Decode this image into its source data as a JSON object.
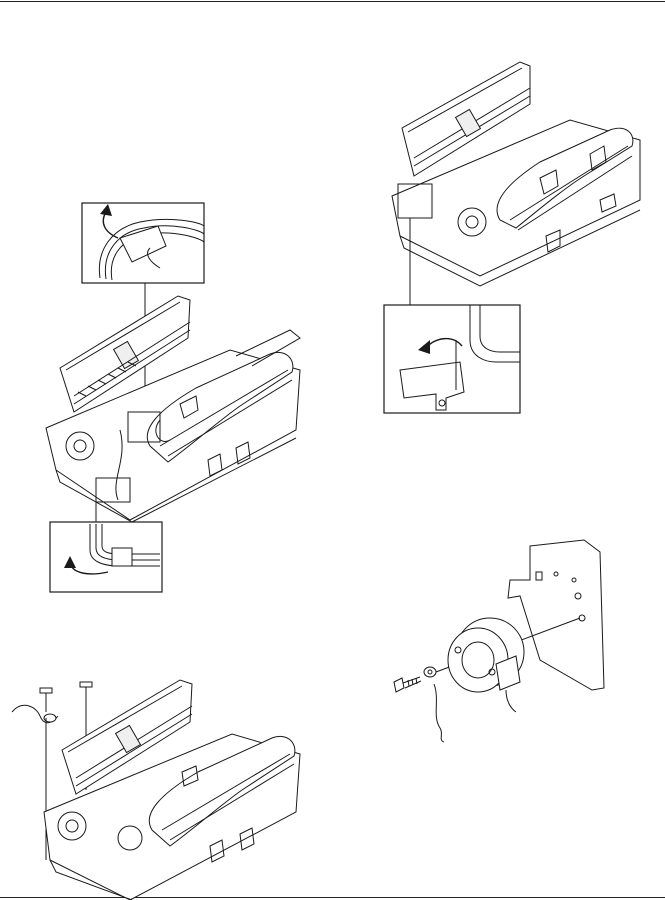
{
  "page": {
    "figures": [
      {
        "id": "fig-1",
        "kind": "exploded-view",
        "callouts": [
          "cable-release-detail-upper",
          "cable-release-detail-lower"
        ]
      },
      {
        "id": "fig-2",
        "kind": "exploded-view",
        "callouts": [
          "bracket-hook-detail"
        ]
      },
      {
        "id": "fig-3",
        "kind": "exploded-view",
        "parts": [
          "screw",
          "screw",
          "ground-wire"
        ]
      },
      {
        "id": "fig-4",
        "kind": "exploded-view",
        "parts": [
          "motor",
          "bracket",
          "screw",
          "washer"
        ]
      }
    ],
    "icons": [
      "curved-arrow-icon",
      "curved-arrow-icon",
      "curved-arrow-icon"
    ]
  }
}
